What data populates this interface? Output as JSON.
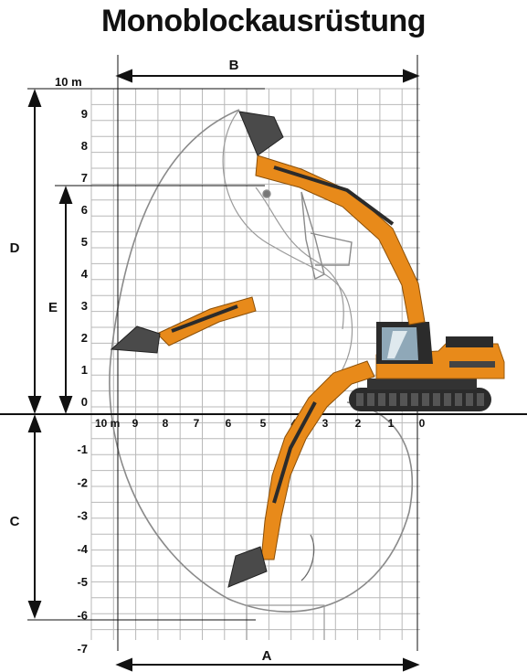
{
  "title": "Monoblockausrüstung",
  "dimension_labels": {
    "A": "A",
    "B": "B",
    "C": "C",
    "D": "D",
    "E": "E"
  },
  "y_axis_labels": [
    "10 m",
    "9",
    "8",
    "7",
    "6",
    "5",
    "4",
    "3",
    "2",
    "1",
    "0",
    "-1",
    "-2",
    "-3",
    "-4",
    "-5",
    "-6",
    "-7"
  ],
  "x_axis_labels": [
    "10 m",
    "9",
    "8",
    "7",
    "6",
    "5",
    "4",
    "3",
    "2",
    "1",
    "0"
  ],
  "colors": {
    "machine_orange": "#e88a1a",
    "machine_dark": "#2b2b2b",
    "grid": "#b8b8b8",
    "envelope": "#8a8a8a"
  }
}
